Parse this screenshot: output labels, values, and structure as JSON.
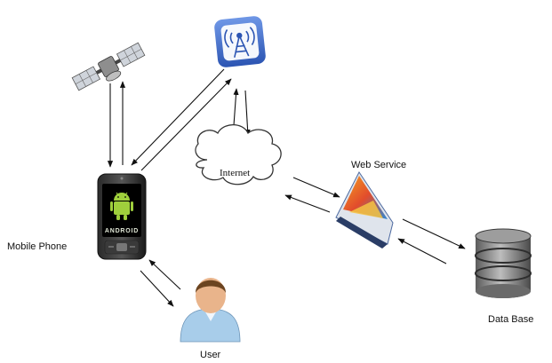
{
  "nodes": {
    "mobile_phone": {
      "label": "Mobile Phone",
      "screen_text": "ANDROID"
    },
    "internet": {
      "label": "Internet"
    },
    "web_service": {
      "label": "Web Service"
    },
    "database": {
      "label": "Data Base"
    },
    "user": {
      "label": "User"
    }
  },
  "icons": [
    "satellite-icon",
    "cell-tower-icon",
    "cloud-icon",
    "android-phone-icon",
    "web-service-icon",
    "database-icon",
    "user-icon"
  ],
  "colors": {
    "arrow": "#111111",
    "android_green": "#9fcf3c",
    "tower_blue": "#3a67c6",
    "database_gray": "#7d7d7d",
    "user_shirt": "#a8cdea"
  }
}
